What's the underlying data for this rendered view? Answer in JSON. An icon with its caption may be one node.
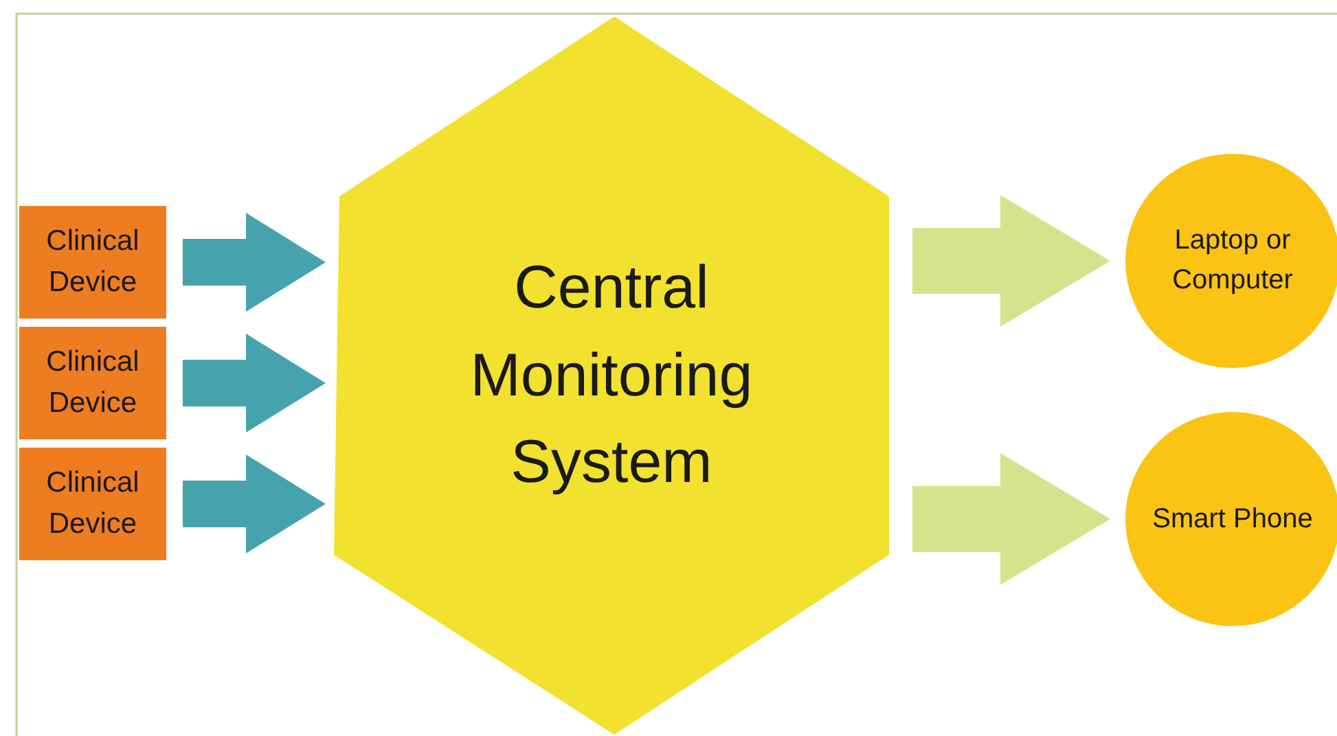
{
  "diagram": {
    "nodes": [
      {
        "text": [
          "Clinical Device"
        ]
      },
      {
        "text": [
          "Clinical Device"
        ]
      },
      {
        "text": [
          "Clinical Device"
        ]
      },
      {
        "text": [
          "Central Monitoring System"
        ]
      },
      {
        "text": [
          "Laptop or Computer"
        ]
      },
      {
        "text": [
          "Smart Phone"
        ]
      }
    ],
    "edges": [
      {
        "from": 0,
        "to": 3,
        "arrow": "to",
        "style": "thick",
        "color": "#46a3ad"
      },
      {
        "from": 1,
        "to": 3,
        "arrow": "to",
        "style": "thick",
        "color": "#46a3ad"
      },
      {
        "from": 2,
        "to": 3,
        "arrow": "to",
        "style": "thick",
        "color": "#46a3ad"
      },
      {
        "from": 3,
        "to": 4,
        "arrow": "to",
        "style": "thick",
        "color": "#d5e48c"
      },
      {
        "from": 3,
        "to": 5,
        "arrow": "to",
        "style": "thick",
        "color": "#d5e48c"
      }
    ]
  }
}
